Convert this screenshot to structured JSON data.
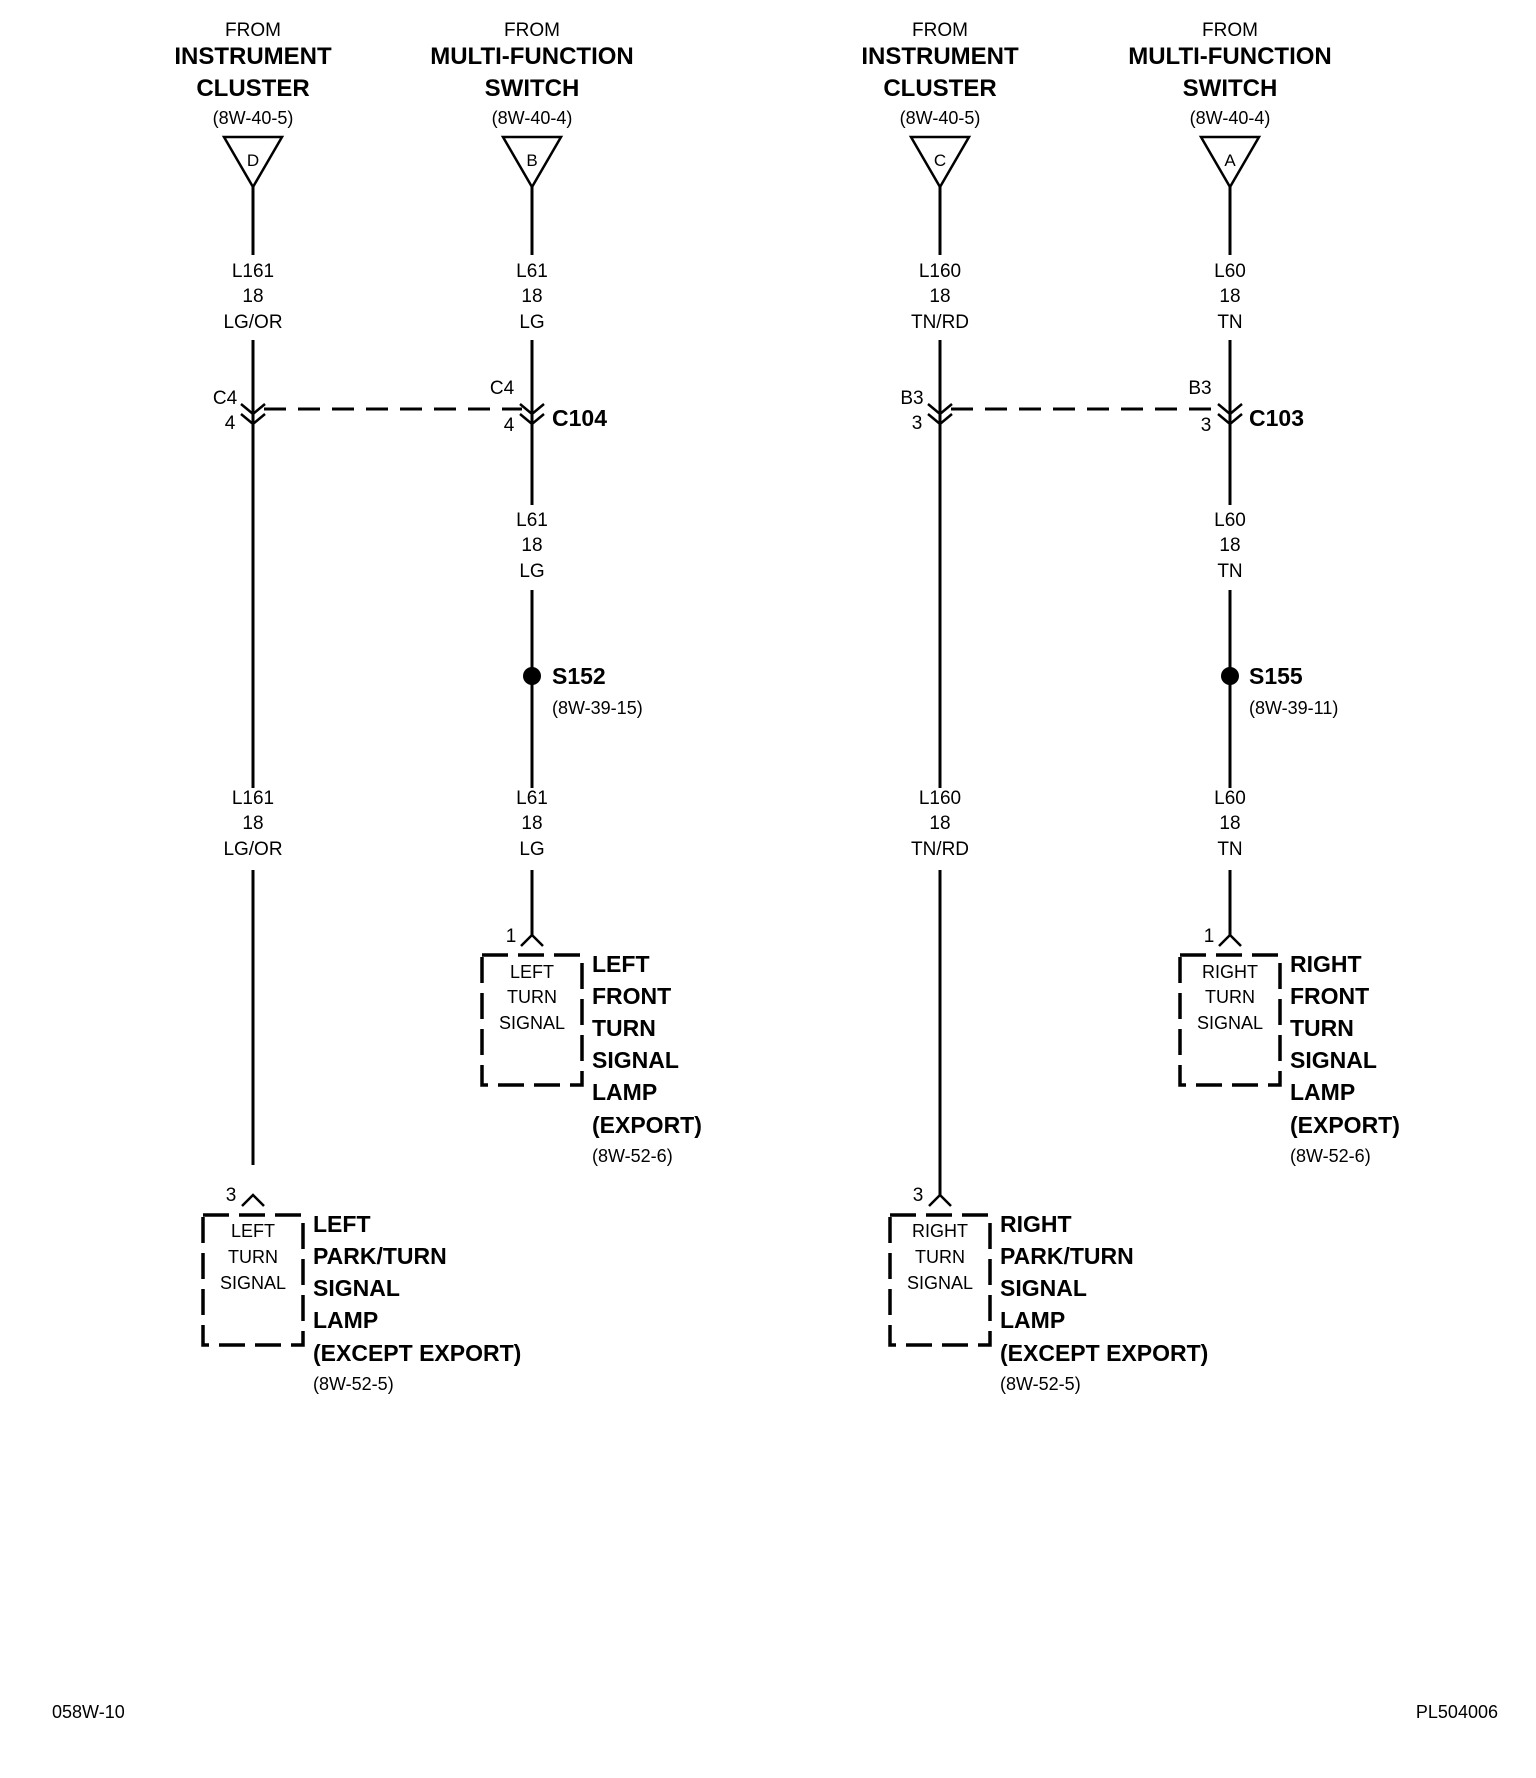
{
  "sources": [
    {
      "id": "src-instrument-cluster-d",
      "from": "FROM",
      "lines": [
        "INSTRUMENT",
        "CLUSTER"
      ],
      "ref": "(8W-40-5)",
      "letter": "D"
    },
    {
      "id": "src-multifunction-switch-b",
      "from": "FROM",
      "lines": [
        "MULTI-FUNCTION",
        "SWITCH"
      ],
      "ref": "(8W-40-4)",
      "letter": "B"
    },
    {
      "id": "src-instrument-cluster-c",
      "from": "FROM",
      "lines": [
        "INSTRUMENT",
        "CLUSTER"
      ],
      "ref": "(8W-40-5)",
      "letter": "C"
    },
    {
      "id": "src-multifunction-switch-a",
      "from": "FROM",
      "lines": [
        "MULTI-FUNCTION",
        "SWITCH"
      ],
      "ref": "(8W-40-4)",
      "letter": "A"
    }
  ],
  "wire_labels": [
    {
      "id": "wire-l161-upper",
      "circuit": "L161",
      "gauge": "18",
      "color": "LG/OR"
    },
    {
      "id": "wire-l61-upper",
      "circuit": "L61",
      "gauge": "18",
      "color": "LG"
    },
    {
      "id": "wire-l160-upper",
      "circuit": "L160",
      "gauge": "18",
      "color": "TN/RD"
    },
    {
      "id": "wire-l60-upper",
      "circuit": "L60",
      "gauge": "18",
      "color": "TN"
    },
    {
      "id": "wire-l61-middle",
      "circuit": "L61",
      "gauge": "18",
      "color": "LG"
    },
    {
      "id": "wire-l60-middle",
      "circuit": "L60",
      "gauge": "18",
      "color": "TN"
    },
    {
      "id": "wire-l161-lower",
      "circuit": "L161",
      "gauge": "18",
      "color": "LG/OR"
    },
    {
      "id": "wire-l61-lower",
      "circuit": "L61",
      "gauge": "18",
      "color": "LG"
    },
    {
      "id": "wire-l160-lower",
      "circuit": "L160",
      "gauge": "18",
      "color": "TN/RD"
    },
    {
      "id": "wire-l60-lower",
      "circuit": "L60",
      "gauge": "18",
      "color": "TN"
    }
  ],
  "connectors": [
    {
      "id": "connector-c104",
      "name": "C104",
      "pins": [
        {
          "cavity": "C4",
          "pin": "4"
        },
        {
          "cavity": "C4",
          "pin": "4"
        }
      ]
    },
    {
      "id": "connector-c103",
      "name": "C103",
      "pins": [
        {
          "cavity": "B3",
          "pin": "3"
        },
        {
          "cavity": "B3",
          "pin": "3"
        }
      ]
    }
  ],
  "splices": [
    {
      "id": "splice-s152",
      "name": "S152",
      "ref": "(8W-39-15)"
    },
    {
      "id": "splice-s155",
      "name": "S155",
      "ref": "(8W-39-11)"
    }
  ],
  "lamps": [
    {
      "id": "lamp-left-front-turn",
      "pin": "1",
      "inner": [
        "LEFT",
        "TURN",
        "SIGNAL"
      ],
      "title": [
        "LEFT",
        "FRONT",
        "TURN",
        "SIGNAL",
        "LAMP",
        "(EXPORT)"
      ],
      "ref": "(8W-52-6)"
    },
    {
      "id": "lamp-right-front-turn",
      "pin": "1",
      "inner": [
        "RIGHT",
        "TURN",
        "SIGNAL"
      ],
      "title": [
        "RIGHT",
        "FRONT",
        "TURN",
        "SIGNAL",
        "LAMP",
        "(EXPORT)"
      ],
      "ref": "(8W-52-6)"
    },
    {
      "id": "lamp-left-park-turn",
      "pin": "3",
      "inner": [
        "LEFT",
        "TURN",
        "SIGNAL"
      ],
      "title": [
        "LEFT",
        "PARK/TURN",
        "SIGNAL",
        "LAMP",
        "(EXCEPT EXPORT)"
      ],
      "ref": "(8W-52-5)"
    },
    {
      "id": "lamp-right-park-turn",
      "pin": "3",
      "inner": [
        "RIGHT",
        "TURN",
        "SIGNAL"
      ],
      "title": [
        "RIGHT",
        "PARK/TURN",
        "SIGNAL",
        "LAMP",
        "(EXCEPT EXPORT)"
      ],
      "ref": "(8W-52-5)"
    }
  ],
  "footer": {
    "left": "058W-10",
    "right": "PL504006"
  }
}
